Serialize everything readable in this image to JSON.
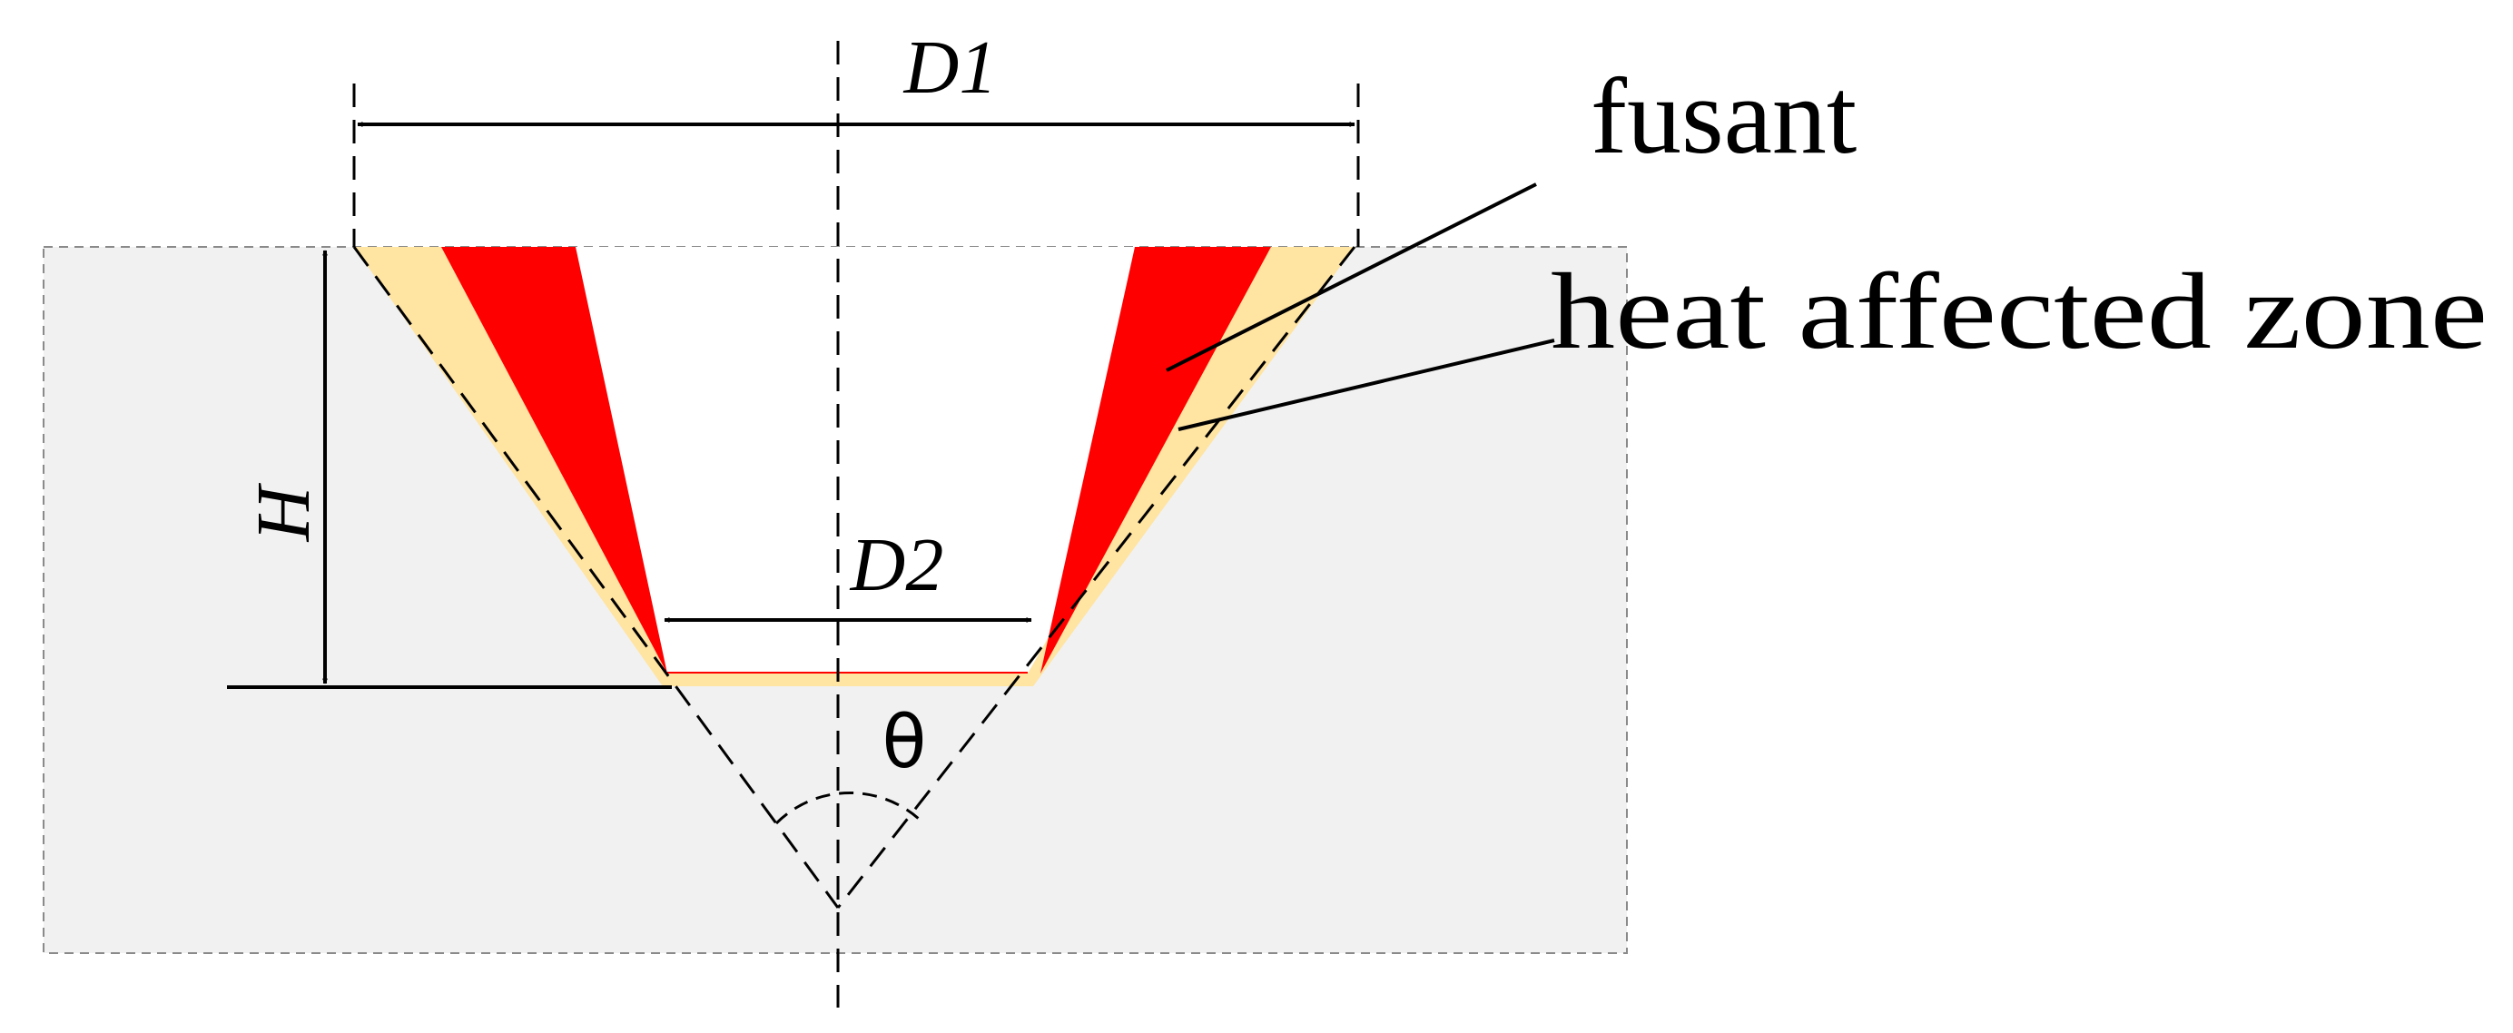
{
  "labels": {
    "d1": "D1",
    "d2": "D2",
    "h": "H",
    "theta": "θ",
    "fusant": "fusant",
    "haz": "heat affected zone"
  },
  "colors": {
    "background": "#ffffff",
    "workpiece": "#f1f1f1",
    "workpiece_border": "#8a8a8a",
    "fusant": "#ff0000",
    "heat_affected_zone": "#ffe4a2",
    "line": "#000000"
  }
}
